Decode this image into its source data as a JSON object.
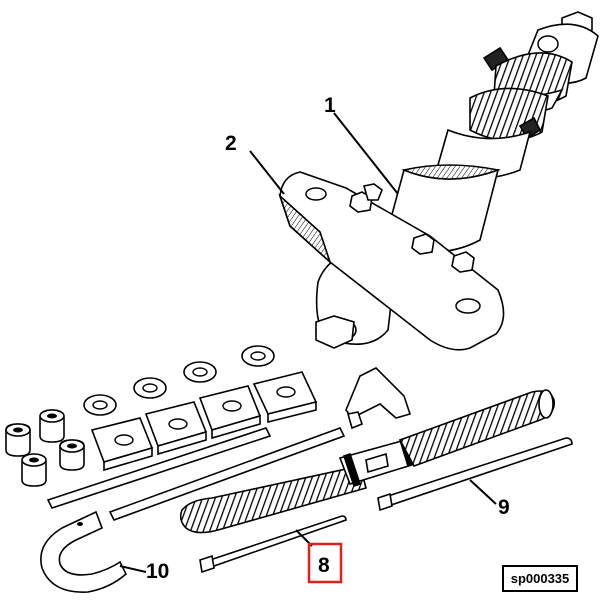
{
  "callouts": {
    "c1": "1",
    "c2": "2",
    "c8": "8",
    "c9": "9",
    "c10": "10"
  },
  "reference": "sp000335",
  "highlight_color": "#e0201b"
}
